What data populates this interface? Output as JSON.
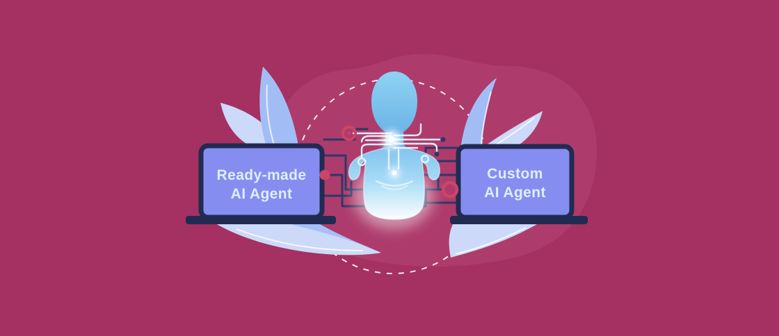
{
  "illustration": {
    "left_laptop": {
      "line1": "Ready-made",
      "line2": "AI Agent"
    },
    "right_laptop": {
      "line1": "Custom",
      "line2": "AI Agent"
    }
  },
  "icons": [
    "laptop-icon-left",
    "laptop-icon-right",
    "ai-humanoid-icon",
    "dashed-circle-icon",
    "leaf-icon",
    "circuit-trace-icon",
    "connector-dot-icon",
    "connector-ring-icon"
  ],
  "colors": {
    "bg": "#a43162",
    "blob": "#ad3c6c",
    "screen": "#868df0",
    "frame": "#212b52",
    "leafLight": "#ccd9f8",
    "leafMed": "#a2bdf5",
    "trace": "#2d3769",
    "red": "#cb4566",
    "text": "#ddeffc",
    "dash": "#ffffff",
    "figureBlue": "#7cc2ee"
  }
}
